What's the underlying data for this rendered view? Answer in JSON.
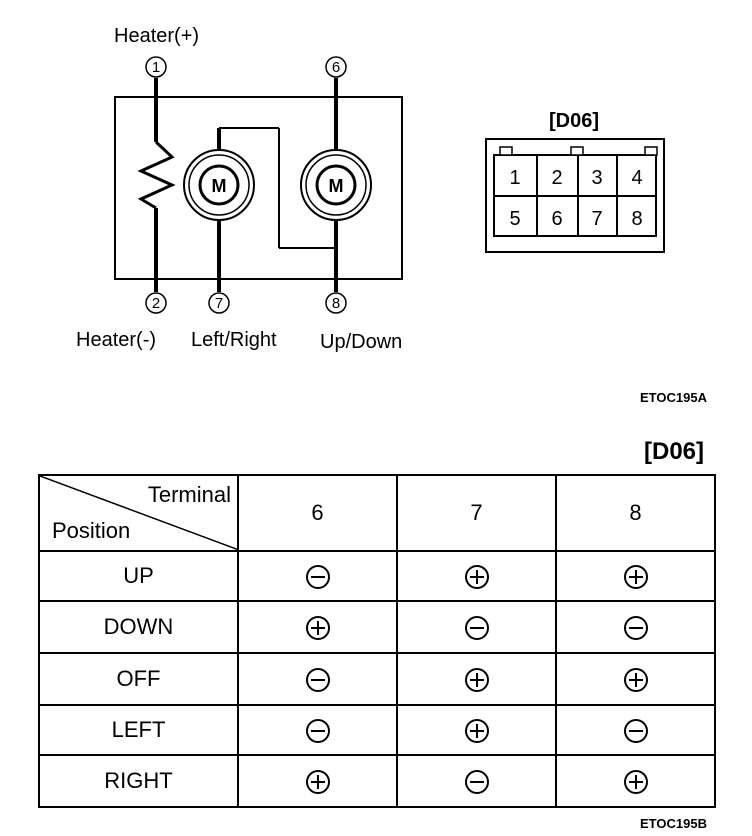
{
  "schematic": {
    "labels": {
      "pin1": "Heater(+)",
      "pin2": "Heater(-)",
      "pin7": "Left/Right",
      "pin8": "Up/Down"
    },
    "pins": [
      "1",
      "6",
      "2",
      "7",
      "8"
    ],
    "motor_label": "M",
    "code": "ETOC195A"
  },
  "connector": {
    "title": "[D06]",
    "row1": [
      "1",
      "2",
      "3",
      "4"
    ],
    "row2": [
      "5",
      "6",
      "7",
      "8"
    ]
  },
  "table": {
    "title": "[D06]",
    "corner_top": "Terminal",
    "corner_bottom": "Position",
    "columns": [
      "6",
      "7",
      "8"
    ],
    "rows": [
      {
        "position": "UP",
        "values": [
          "-",
          "+",
          "+"
        ]
      },
      {
        "position": "DOWN",
        "values": [
          "+",
          "-",
          "-"
        ]
      },
      {
        "position": "OFF",
        "values": [
          "-",
          "+",
          "+"
        ]
      },
      {
        "position": "LEFT",
        "values": [
          "-",
          "+",
          "-"
        ]
      },
      {
        "position": "RIGHT",
        "values": [
          "+",
          "-",
          "+"
        ]
      }
    ],
    "code": "ETOC195B"
  }
}
